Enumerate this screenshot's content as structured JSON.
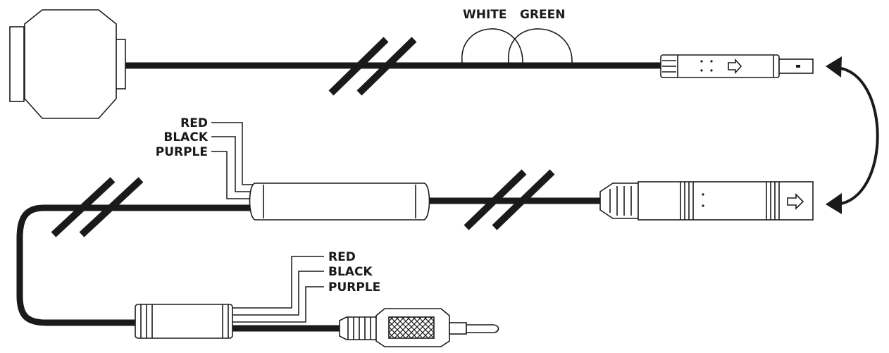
{
  "top_cable": {
    "label_white": "WHITE",
    "label_green": "GREEN"
  },
  "inline_splice": {
    "wire_1": "RED",
    "wire_2": "BLACK",
    "wire_3": "PURPLE"
  },
  "rca_breakout": {
    "wire_1": "RED",
    "wire_2": "BLACK",
    "wire_3": "PURPLE"
  },
  "connection_arrow": "double-headed-curved-arrow"
}
